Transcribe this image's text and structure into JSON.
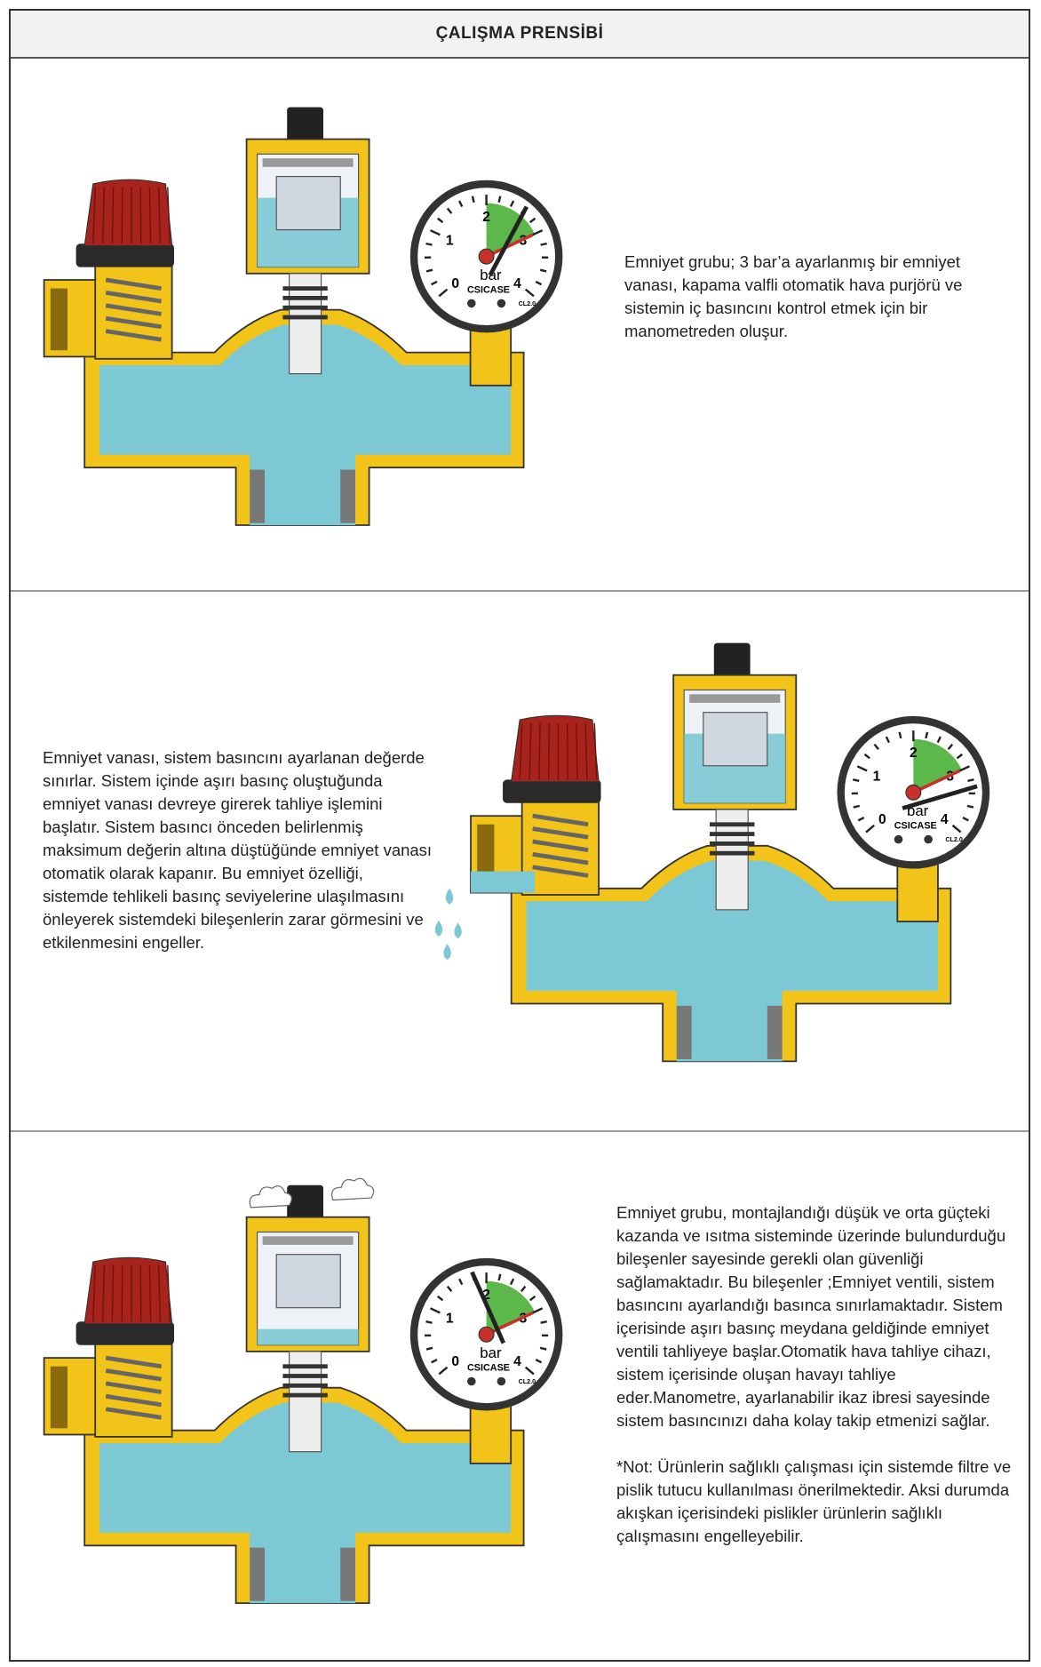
{
  "header": {
    "title": "ÇALIŞMA PRENSİBİ"
  },
  "gauge": {
    "labels": [
      "0",
      "1",
      "2",
      "3",
      "4"
    ],
    "unit": "bar",
    "brand": "CSICASE",
    "class": "CL2.0"
  },
  "colors": {
    "brass": "#f2c318",
    "brass_dark": "#b8860b",
    "water": "#7cc8d4",
    "cap_red": "#a8231c",
    "green_zone": "#5cb84a",
    "needle": "#222222",
    "red_pointer": "#c8302a"
  },
  "panels": [
    {
      "text": [
        "Emniyet grubu; 3 bar’a ayarlanmış bir emniyet vanası, kapama valfli otomatik hava purjörü ve sistemin iç basıncını kontrol etmek için bir manometreden oluşur."
      ],
      "gauge_value_bar": 2.6,
      "state": "normal"
    },
    {
      "text": [
        "Emniyet vanası, sistem basıncını ayarlanan değerde sınırlar. Sistem içinde aşırı basınç oluştuğunda emniyet vanası devreye girerek tahliye işlemini başlatır. Sistem basıncı önceden belirlenmiş maksimum değerin altına düştüğünde emniyet vanası otomatik olarak kapanır. Bu emniyet özelliği, sistemde tehlikeli basınç seviyelerine ulaşılmasını önleyerek sistemdeki bileşenlerin zarar görmesini ve etkilenmesini engeller."
      ],
      "gauge_value_bar": 3.3,
      "state": "overpressure-discharge"
    },
    {
      "text": [
        "Emniyet grubu, montajlandığı düşük ve orta güçteki kazanda ve ısıtma sisteminde üzerinde bulundurduğu bileşenler sayesinde gerekli olan güvenliği sağlamaktadır. Bu bileşenler ;Emniyet ventili, sistem basıncını ayarlandığı basınca sınırlamaktadır. Sistem içerisinde aşırı basınç meydana geldiğinde emniyet ventili tahliyeye başlar.Otomatik hava tahliye cihazı, sistem içerisinde oluşan havayı tahliye eder.Manometre, ayarlanabilir ikaz ibresi sayesinde sistem basıncınızı daha kolay takip etmenizi sağlar.",
        "*Not: Ürünlerin sağlıklı çalışması için sistemde filtre ve pislik tutucu kullanılması önerilmektedir. Aksi durumda akışkan içerisindeki pislikler ürünlerin sağlıklı çalışmasını engelleyebilir."
      ],
      "gauge_value_bar": 1.8,
      "state": "air-venting"
    }
  ]
}
